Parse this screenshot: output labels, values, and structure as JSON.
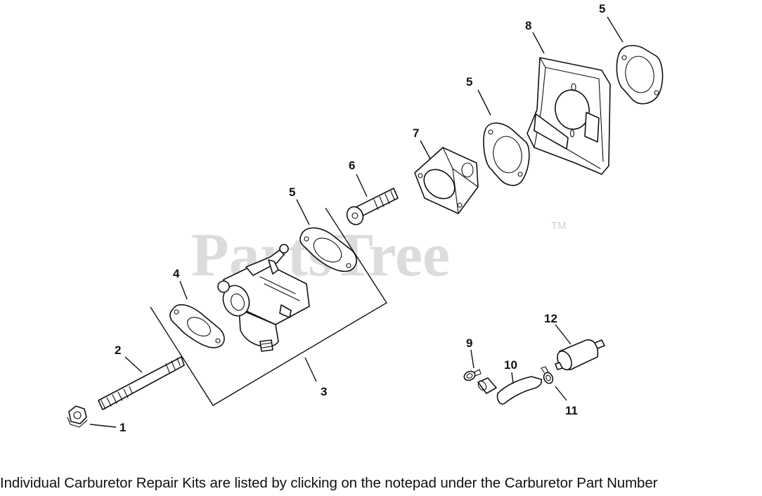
{
  "watermark": {
    "text": "PartsTree",
    "trademark": "TM"
  },
  "footer": {
    "note": "Individual Carburetor Repair Kits are listed by clicking on the notepad under the Carburetor Part Number"
  },
  "callouts": {
    "nut": "1",
    "stud": "2",
    "carburetor_assembly": "3",
    "carburetor_gasket": "4",
    "gasket_lower": "5",
    "gasket_middle": "5",
    "gasket_upper": "5",
    "screw": "6",
    "spacer": "7",
    "air_cleaner_base": "8",
    "clamp_left": "9",
    "fuel_line": "10",
    "clamp_right": "11",
    "fuel_filter": "12"
  }
}
